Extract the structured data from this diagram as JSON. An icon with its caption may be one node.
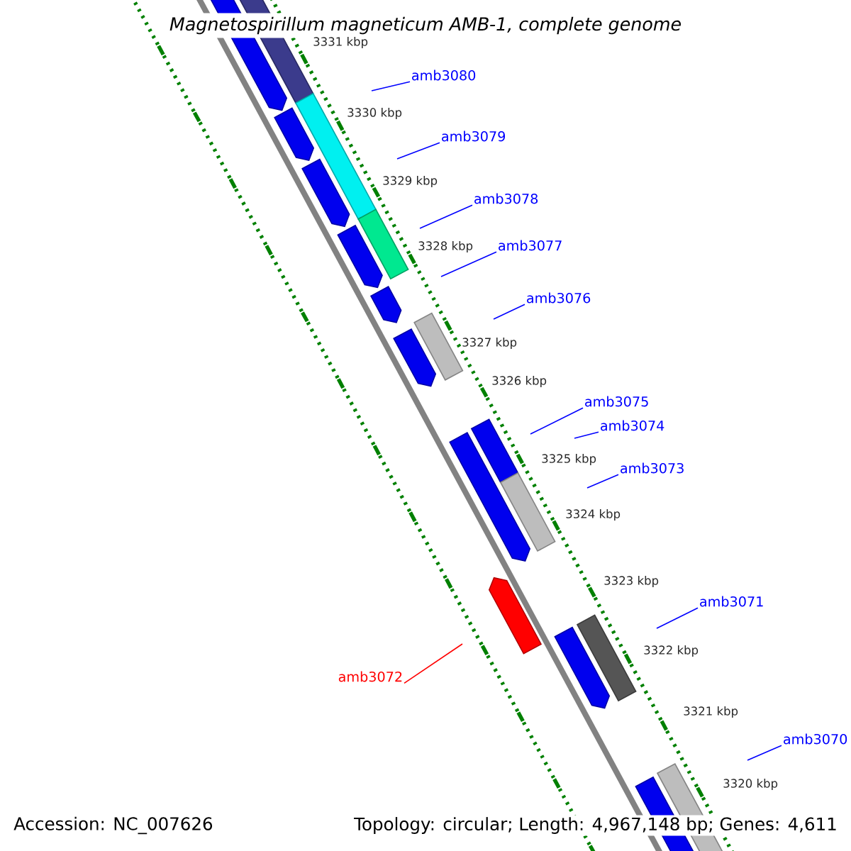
{
  "diagram": {
    "title": "Magnetospirillum magneticum AMB-1, complete genome",
    "nodes": [
      {
        "text": [
          "amb3080"
        ]
      },
      {
        "text": [
          "amb3079"
        ]
      },
      {
        "text": [
          "amb3078"
        ]
      },
      {
        "text": [
          "amb3077"
        ]
      },
      {
        "text": [
          "amb3076"
        ]
      },
      {
        "text": [
          "amb3075"
        ]
      },
      {
        "text": [
          "amb3074"
        ]
      },
      {
        "text": [
          "amb3073"
        ]
      },
      {
        "text": [
          "amb3071"
        ]
      },
      {
        "text": [
          "amb3072"
        ]
      },
      {
        "text": [
          "amb3070"
        ]
      }
    ],
    "edges": [
      {
        "from": 0,
        "to": null,
        "arrow": "none"
      },
      {
        "from": 1,
        "to": null,
        "arrow": "none"
      },
      {
        "from": 2,
        "to": null,
        "arrow": "none"
      },
      {
        "from": 3,
        "to": null,
        "arrow": "none"
      },
      {
        "from": 4,
        "to": null,
        "arrow": "none"
      },
      {
        "from": 5,
        "to": null,
        "arrow": "none"
      },
      {
        "from": 6,
        "to": null,
        "arrow": "none"
      },
      {
        "from": 7,
        "to": null,
        "arrow": "none"
      },
      {
        "from": 8,
        "to": null,
        "arrow": "none"
      },
      {
        "from": 9,
        "to": null,
        "arrow": "none",
        "color": "#ff0000"
      },
      {
        "from": 10,
        "to": null,
        "arrow": "none"
      }
    ],
    "labels": [
      "3331 kbp",
      "3330 kbp",
      "3329 kbp",
      "3328 kbp",
      "3327 kbp",
      "3326 kbp",
      "3325 kbp",
      "3324 kbp",
      "3323 kbp",
      "3322 kbp",
      "3321 kbp",
      "3320 kbp",
      "Accession: NC_007626",
      "Topology: circular; Length: 4,967,148 bp; Genes: 4,611"
    ]
  }
}
